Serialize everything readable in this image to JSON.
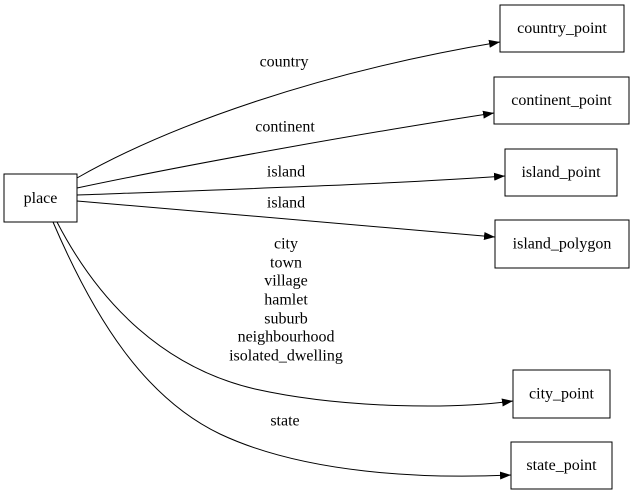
{
  "diagram": {
    "bg_color": "#ffffff",
    "line_color": "#000000",
    "text_color": "#000000",
    "nodes": {
      "place": "place",
      "country_point": "country_point",
      "continent_point": "continent_point",
      "island_point": "island_point",
      "island_polygon": "island_polygon",
      "city_point": "city_point",
      "state_point": "state_point"
    },
    "edge_labels": {
      "country": "country",
      "continent": "continent",
      "island_to_point": "island",
      "island_to_polygon": "island",
      "city_group_lines": [
        "city",
        "town",
        "village",
        "hamlet",
        "suburb",
        "neighbourhood",
        "isolated_dwelling"
      ],
      "state": "state"
    }
  }
}
